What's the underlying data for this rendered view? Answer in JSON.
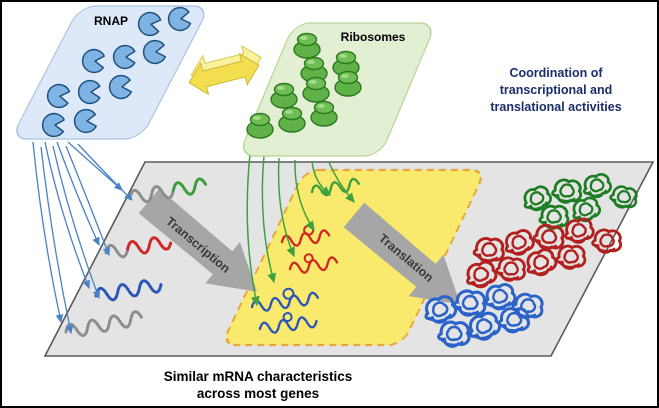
{
  "annotation": {
    "lines": [
      "Coordination of",
      "transcriptional and",
      "translational activities"
    ],
    "color": "#1b2e6b"
  },
  "caption": {
    "lines": [
      "Similar mRNA characteristics",
      "across most genes"
    ],
    "color": "#000000"
  },
  "panels": {
    "rnap": {
      "label": "RNAP",
      "fill": "#dde9f8",
      "border": "#a9c2e0",
      "icon": "rna-polymerase",
      "icon_count": 10,
      "icon_color": "#7fb3e4"
    },
    "ribosomes": {
      "label": "Ribosomes",
      "fill": "#e2efd2",
      "border": "#b5d495",
      "icon": "ribosome",
      "icon_count": 9,
      "icon_color": "#5fb148"
    }
  },
  "process": {
    "transcription_label": "Transcription",
    "translation_label": "Translation",
    "process_arrow_color": "#a6a6a6",
    "coupling_arrow": {
      "shape": "double-headed",
      "color": "#f2de4e"
    }
  },
  "platform": {
    "fill": "#e4e4e4",
    "border": "#5a5a5a"
  },
  "mrna_region": {
    "fill": "#f9e96c",
    "border": "#e5a73e",
    "border_style": "dashed"
  },
  "molecules": {
    "mrna_strand_colors": [
      "#8d8d8d",
      "#3a9e3a",
      "#cf2727",
      "#2b55b8"
    ],
    "protein_clusters": [
      {
        "color": "#1e7d22",
        "count": 6
      },
      {
        "color": "#b22020",
        "count": 9
      },
      {
        "color": "#2b63c9",
        "count": 7
      }
    ],
    "rnap_flow_arrow_color": "#4a82c6",
    "ribosome_flow_arrow_color": "#3fa23f"
  }
}
